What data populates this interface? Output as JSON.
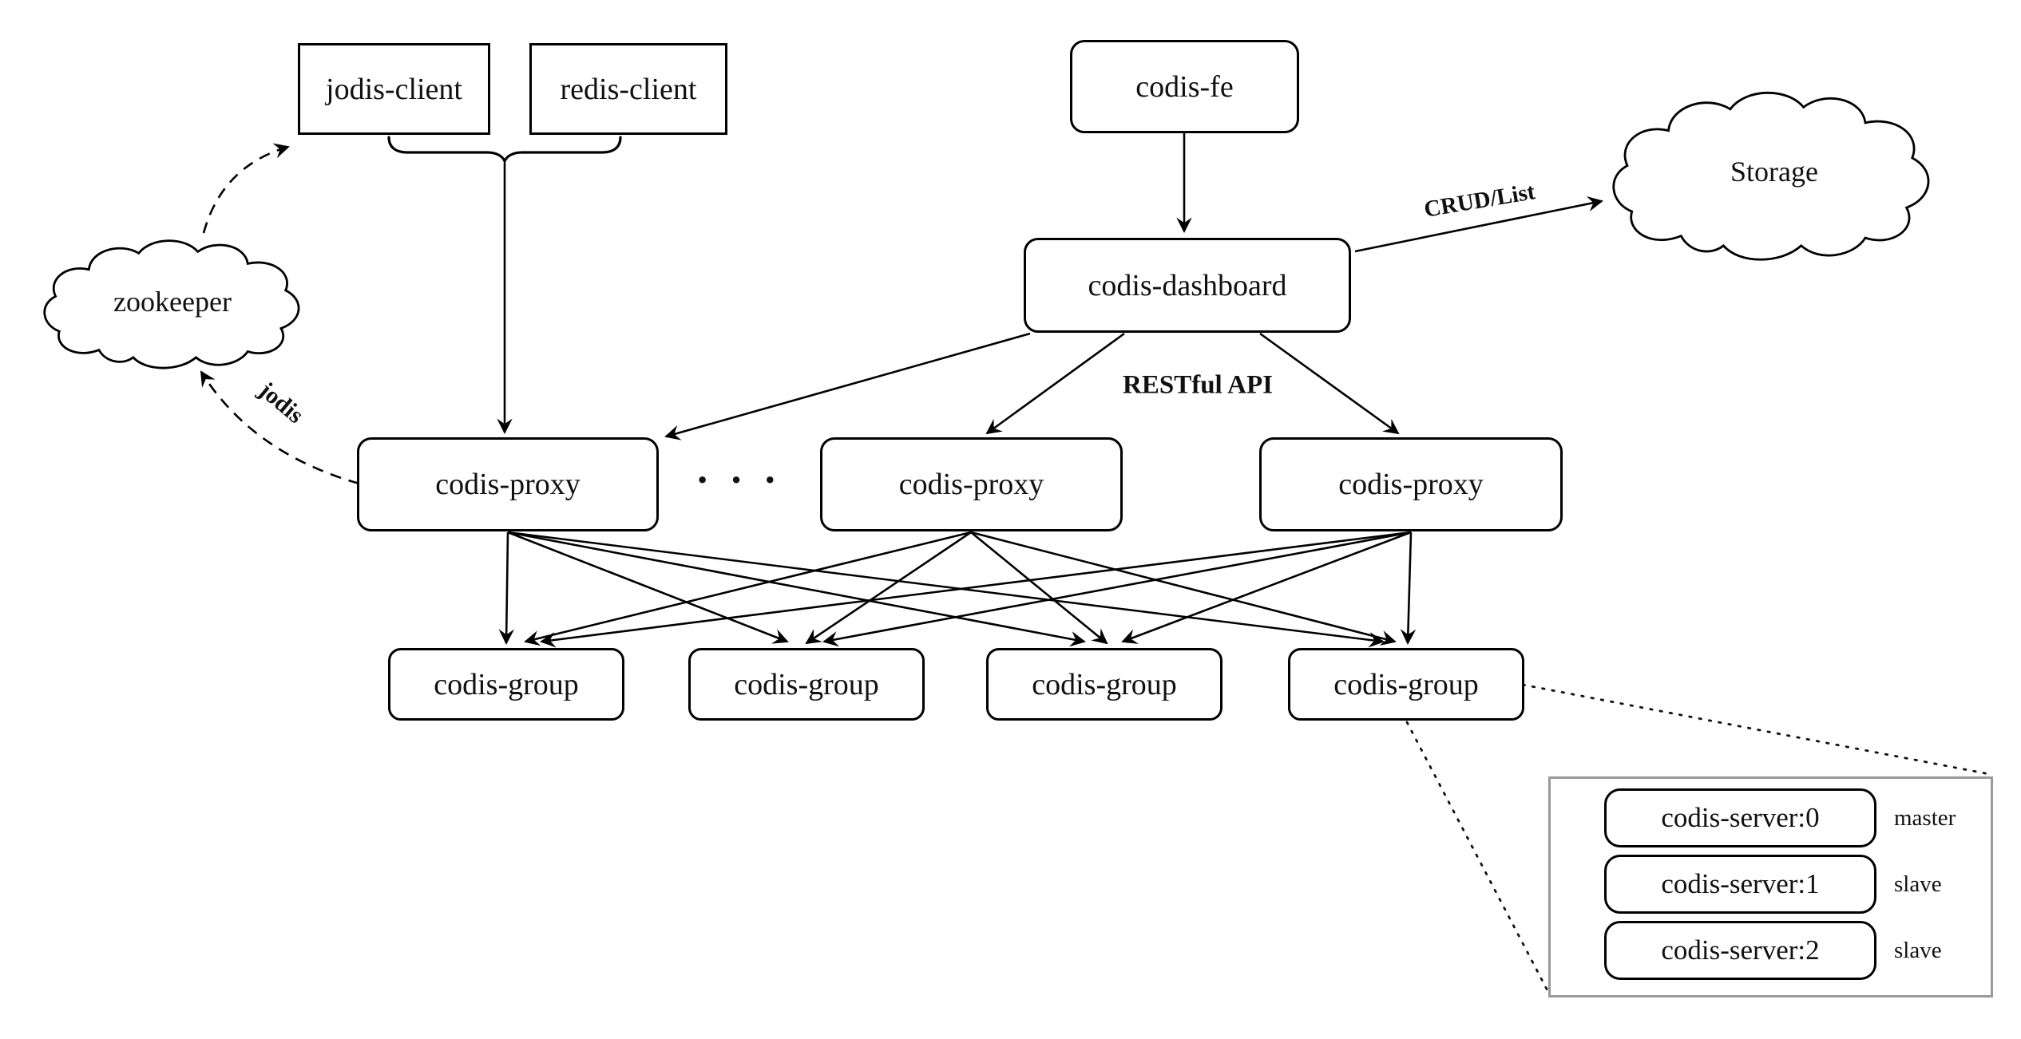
{
  "diagram": {
    "clients": {
      "jodis_client": {
        "label": "jodis-client"
      },
      "redis_client": {
        "label": "redis-client"
      }
    },
    "frontend": {
      "label": "codis-fe"
    },
    "dashboard": {
      "label": "codis-dashboard"
    },
    "clouds": {
      "zookeeper": {
        "label": "zookeeper"
      },
      "storage": {
        "label": "Storage"
      }
    },
    "proxies": [
      {
        "label": "codis-proxy"
      },
      {
        "label": "codis-proxy"
      },
      {
        "label": "codis-proxy"
      }
    ],
    "proxy_ellipsis": "· · ·",
    "groups": [
      {
        "label": "codis-group"
      },
      {
        "label": "codis-group"
      },
      {
        "label": "codis-group"
      },
      {
        "label": "codis-group"
      }
    ],
    "edge_labels": {
      "crud": "CRUD/List",
      "restful": "RESTful API",
      "jodis": "jodis"
    },
    "group_detail": {
      "servers": [
        {
          "name": "codis-server:0",
          "role": "master"
        },
        {
          "name": "codis-server:1",
          "role": "slave"
        },
        {
          "name": "codis-server:2",
          "role": "slave"
        }
      ]
    },
    "colors": {
      "stroke": "#000000",
      "detail_border": "#9a9a9a",
      "background": "#ffffff"
    }
  }
}
